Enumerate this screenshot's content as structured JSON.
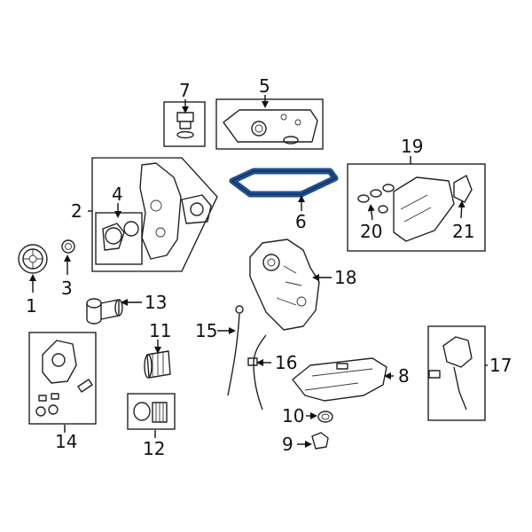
{
  "callouts": {
    "c1": "1",
    "c2": "2",
    "c3": "3",
    "c4": "4",
    "c5": "5",
    "c6": "6",
    "c7": "7",
    "c8": "8",
    "c9": "9",
    "c10": "10",
    "c11": "11",
    "c12": "12",
    "c13": "13",
    "c14": "14",
    "c15": "15",
    "c16": "16",
    "c17": "17",
    "c18": "18",
    "c19": "19",
    "c20": "20",
    "c21": "21"
  },
  "colors": {
    "highlight": "#1f4f8f",
    "line": "#222222",
    "background": "#ffffff"
  },
  "highlighted_part": "6"
}
